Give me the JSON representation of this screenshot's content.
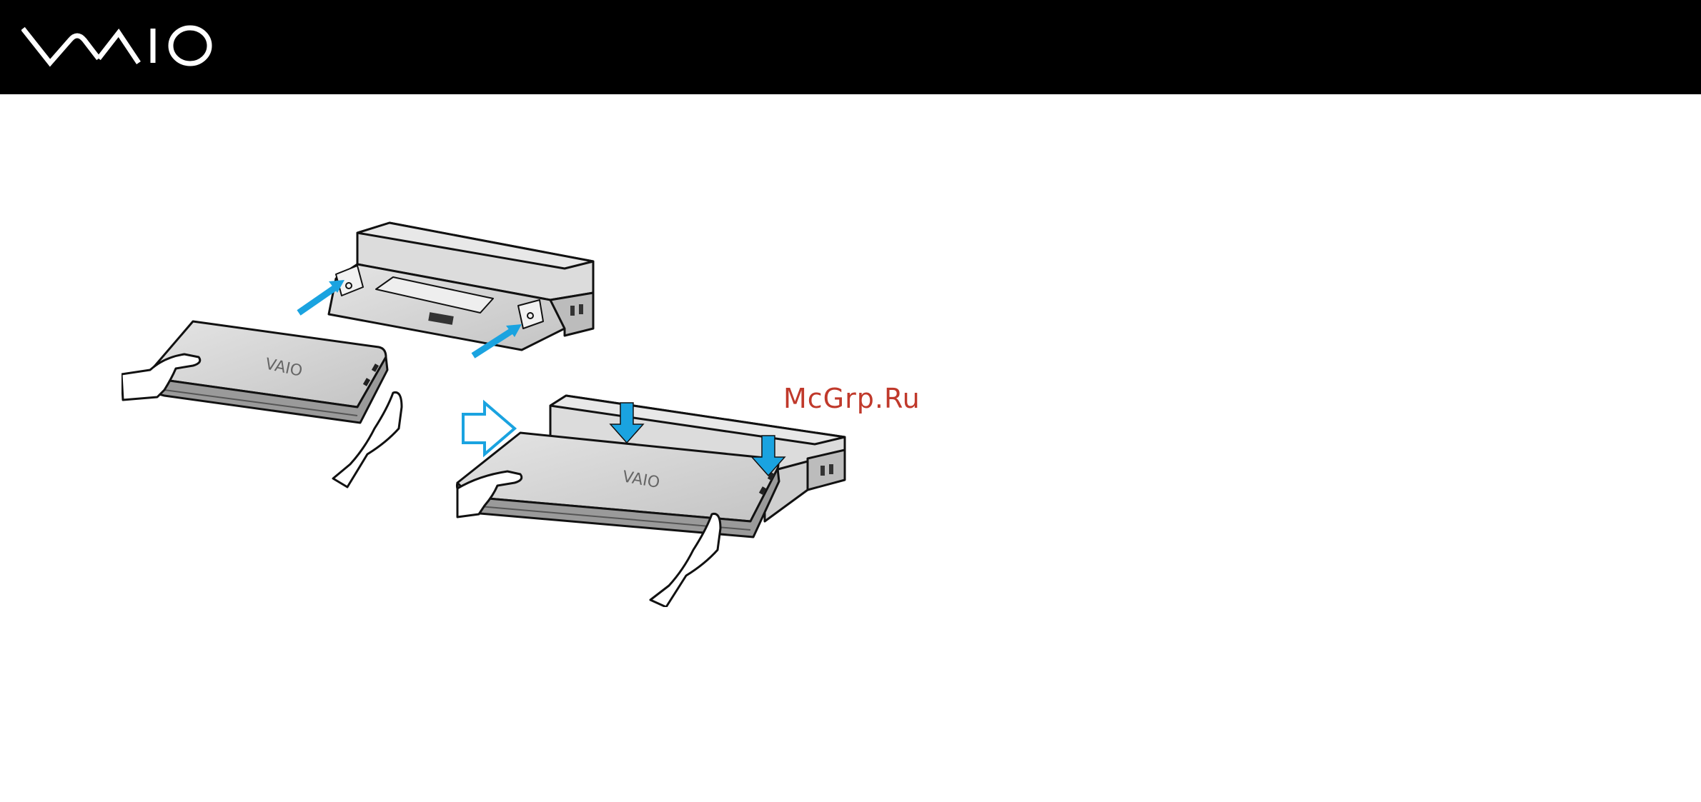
{
  "header": {
    "logo_text": "VAIO",
    "background": "#000000",
    "logo_color": "#ffffff"
  },
  "illustration": {
    "logo_on_laptop": "VAIO",
    "logo_on_dock": "VAIO",
    "arrow_color": "#1aa3e0",
    "step_arrow_color": "#1aa3e0",
    "device_color": "#d4d4d4"
  },
  "watermark": {
    "text": "McGrp.Ru",
    "color": "#c0392b"
  }
}
